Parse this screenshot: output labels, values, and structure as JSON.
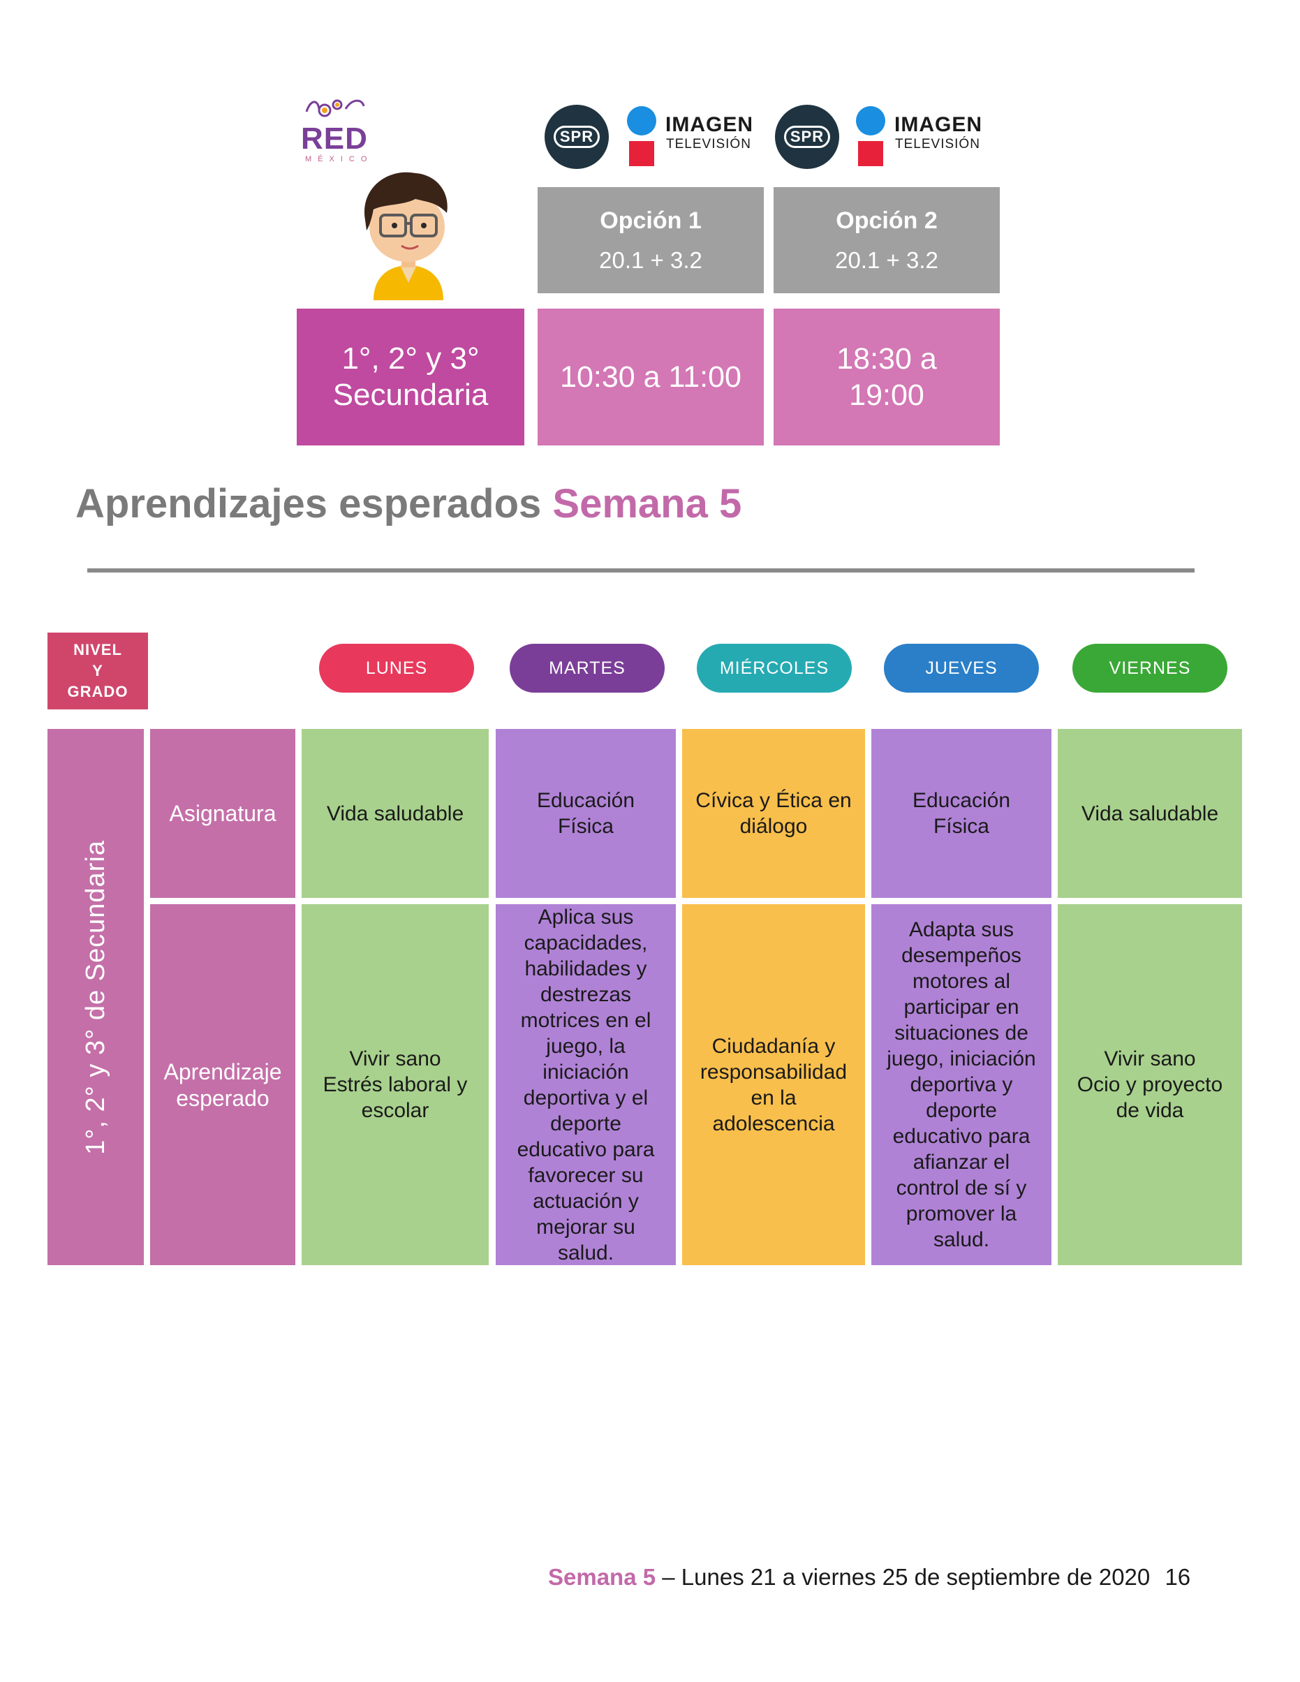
{
  "logos": {
    "red": "RED",
    "red_sub": "MÉXICO",
    "spr": "SPR",
    "imagen_line1": "IMAGEN",
    "imagen_line2": "TELEVISIÓN",
    "icons": [
      "red-mexico-logo",
      "spr-logo",
      "imagen-television-logo",
      "student-illustration"
    ]
  },
  "schedule": {
    "option1": {
      "title": "Opción 1",
      "channels": "20.1  +  3.2",
      "time": "10:30 a 11:00"
    },
    "option2": {
      "title": "Opción 2",
      "channels": "20.1  +  3.2",
      "time_line1": "18:30 a",
      "time_line2": "19:00"
    },
    "grade_line1": "1°, 2° y 3°",
    "grade_line2": "Secundaria"
  },
  "heading": {
    "text": "Aprendizajes esperados",
    "accent": "Semana 5"
  },
  "nivel": {
    "line1": "NIVEL",
    "line2": "Y",
    "line3": "GRADO"
  },
  "days": [
    {
      "label": "LUNES",
      "color": "#e8395d"
    },
    {
      "label": "MARTES",
      "color": "#7b3e98"
    },
    {
      "label": "MIÉRCOLES",
      "color": "#26aab2"
    },
    {
      "label": "JUEVES",
      "color": "#2a7fc8"
    },
    {
      "label": "VIERNES",
      "color": "#3aa836"
    }
  ],
  "table": {
    "grade_vertical": "1°, 2° y 3° de Secundaria",
    "row_labels": {
      "asignatura": "Asignatura",
      "aprendizaje_1": "Aprendizaje",
      "aprendizaje_2": "esperado"
    },
    "asignatura": {
      "lunes": "Vida saludable",
      "martes_1": "Educación",
      "martes_2": "Física",
      "miercoles_1": "Cívica y Ética en",
      "miercoles_2": "diálogo",
      "jueves_1": "Educación",
      "jueves_2": "Física",
      "viernes": "Vida saludable"
    },
    "aprendizaje": {
      "lunes": [
        "Vivir sano",
        "Estrés laboral y",
        "escolar"
      ],
      "martes": [
        "Aplica sus",
        "capacidades,",
        "habilidades y",
        "destrezas",
        "motrices en el",
        "juego, la",
        "iniciación",
        "deportiva y el",
        "deporte",
        "educativo para",
        "favorecer su",
        "actuación y",
        "mejorar su",
        "salud."
      ],
      "miercoles": [
        "Ciudadanía  y",
        "responsabilidad",
        "en  la",
        "adolescencia"
      ],
      "jueves": [
        "Adapta sus",
        "desempeños",
        "motores al",
        "participar en",
        "situaciones de",
        "juego, iniciación",
        "deportiva y",
        "deporte",
        "educativo para",
        "afianzar el",
        "control de sí y",
        "promover la",
        "salud."
      ],
      "viernes": [
        "Vivir sano",
        "Ocio  y  proyecto",
        "de vida"
      ]
    }
  },
  "footer": {
    "accent": "Semana 5",
    "text": " – Lunes 21 a viernes 25 de septiembre de 2020",
    "page": "16"
  }
}
